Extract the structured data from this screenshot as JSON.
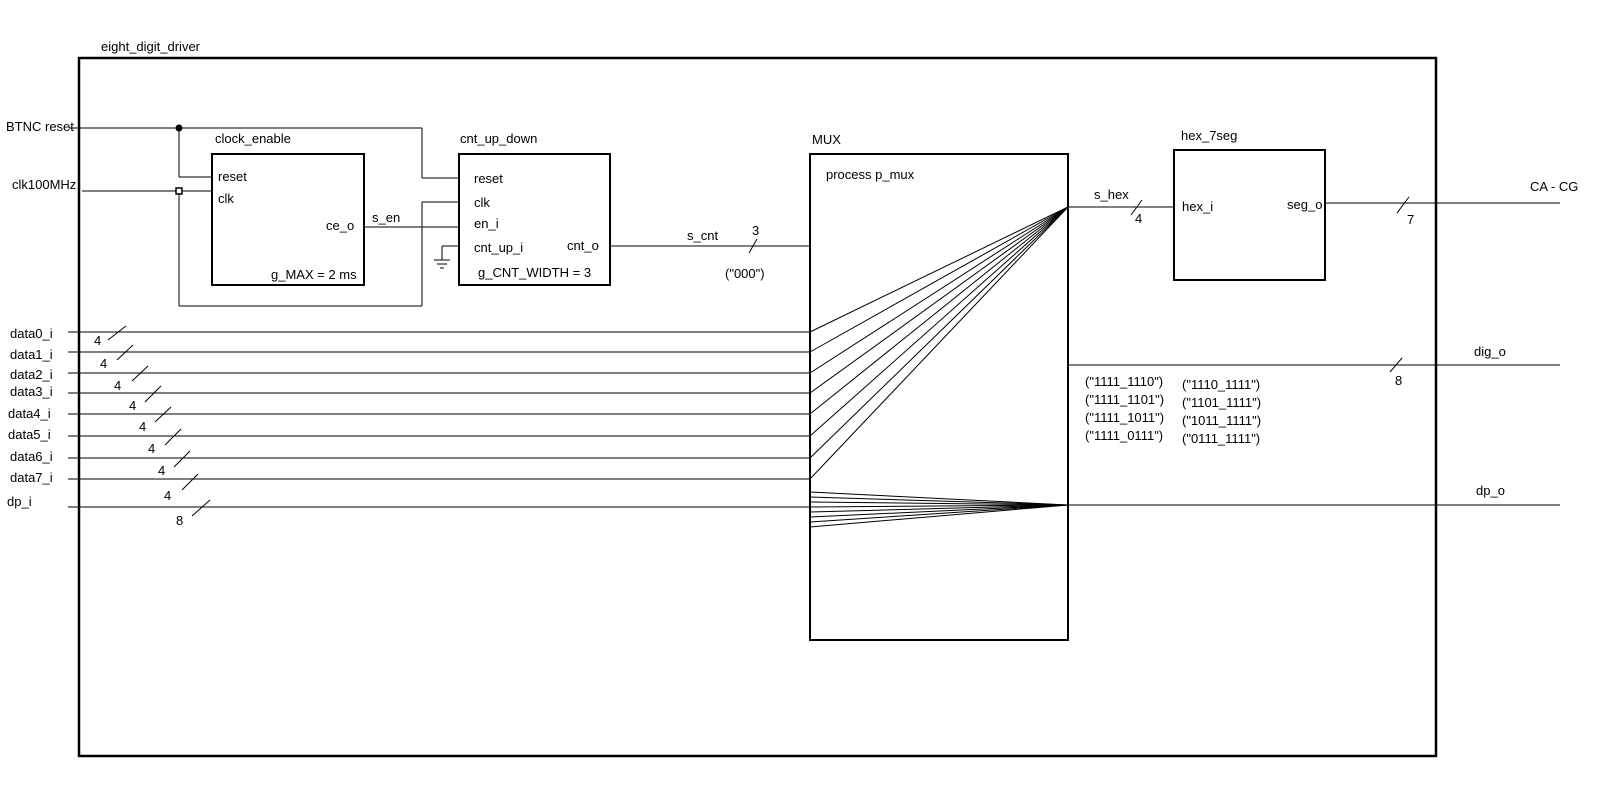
{
  "top_level": {
    "name": "eight_digit_driver"
  },
  "inputs": {
    "reset": "BTNC reset",
    "clk": "clk100MHz",
    "data": [
      "data0_i",
      "data1_i",
      "data2_i",
      "data3_i",
      "data4_i",
      "data5_i",
      "data6_i",
      "data7_i"
    ],
    "dp": "dp_i",
    "data_width": "4",
    "dp_width": "8"
  },
  "clock_enable": {
    "name": "clock_enable",
    "port_reset": "reset",
    "port_clk": "clk",
    "port_ce": "ce_o",
    "generic": "g_MAX =  2 ms"
  },
  "counter": {
    "name": "cnt_up_down",
    "port_reset": "reset",
    "port_clk": "clk",
    "port_en": "en_i",
    "port_dir": "cnt_up_i",
    "port_out": "cnt_o",
    "generic": "g_CNT_WIDTH = 3"
  },
  "signals": {
    "s_en": "s_en",
    "s_cnt": "s_cnt",
    "s_cnt_width": "3",
    "s_cnt_init": "(\"000\")",
    "s_hex": "s_hex",
    "s_hex_width": "4"
  },
  "mux": {
    "name": "MUX",
    "process": "process p_mux"
  },
  "hex7seg": {
    "name": "hex_7seg",
    "port_in": "hex_i",
    "port_out": "seg_o",
    "out_width": "7"
  },
  "outputs": {
    "seg": "CA - CG",
    "dig": "dig_o",
    "dig_width": "8",
    "dp": "dp_o"
  },
  "dig_values_col1": [
    "(\"1111_1110\")",
    "(\"1111_1101\")",
    "(\"1111_1011\")",
    "(\"1111_0111\")"
  ],
  "dig_values_col2": [
    "(\"1110_1111\")",
    "(\"1101_1111\")",
    "(\"1011_1111\")",
    "(\"0111_1111\")"
  ]
}
